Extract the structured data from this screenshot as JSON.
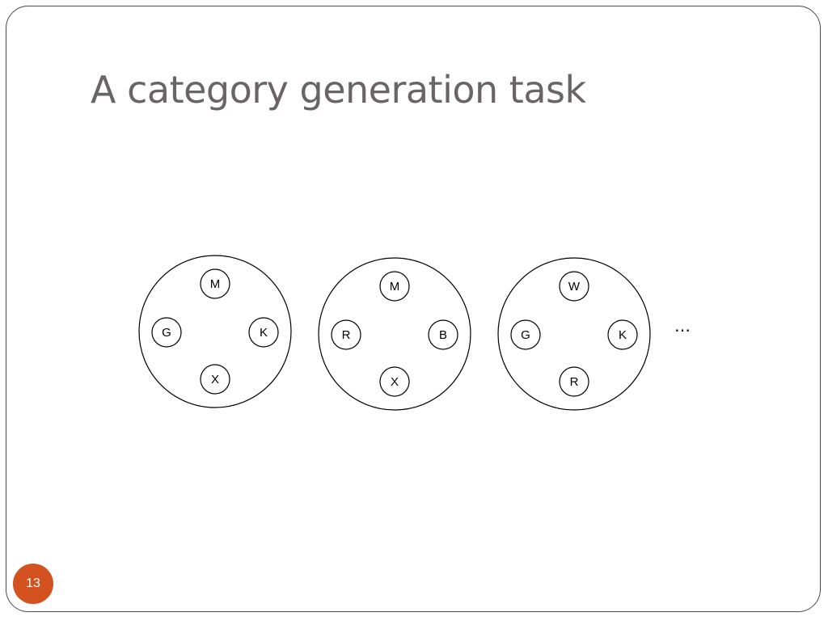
{
  "slide": {
    "title": "A category generation task",
    "ellipsis": "…",
    "page_number": "13"
  },
  "categories": [
    {
      "nodes": {
        "top": "M",
        "left": "G",
        "right": "K",
        "bottom": "X"
      }
    },
    {
      "nodes": {
        "top": "M",
        "left": "R",
        "right": "B",
        "bottom": "X"
      }
    },
    {
      "nodes": {
        "top": "W",
        "left": "G",
        "right": "K",
        "bottom": "R"
      }
    }
  ]
}
